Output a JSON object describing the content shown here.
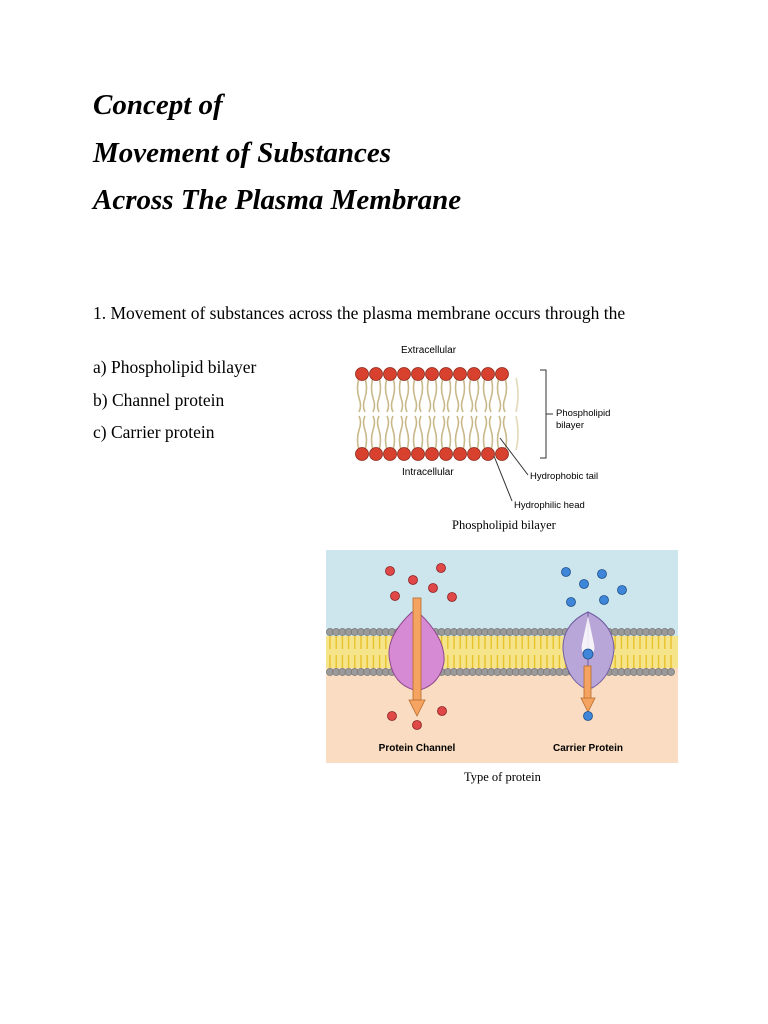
{
  "title": {
    "line1": "Concept of",
    "line2": "Movement of Substances",
    "line3": "Across The Plasma Membrane"
  },
  "question": {
    "text": "1. Movement of substances across the plasma membrane occurs through the",
    "options": [
      "a) Phospholipid bilayer",
      "b) Channel protein",
      "c) Carrier protein"
    ]
  },
  "figure1": {
    "label_extracellular": "Extracellular",
    "label_intracellular": "Intracellular",
    "label_bilayer_line1": "Phospholipid",
    "label_bilayer_line2": "bilayer",
    "label_tail": "Hydrophobic tail",
    "label_head": "Hydrophilic head",
    "caption": "Phospholipid bilayer"
  },
  "figure2": {
    "label_channel": "Protein Channel",
    "label_carrier": "Carrier Protein",
    "caption": "Type of protein"
  },
  "colors": {
    "head_red": "#d9412f",
    "extracellular_blue": "#cde6ee",
    "intracellular_peach": "#f9dcc1",
    "tail_yellow": "#e8c22a",
    "channel_purple": "#d78ad4",
    "carrier_lavender": "#b9a6d8",
    "arrow_orange": "#f4a460",
    "solute_red": "#e04848",
    "solute_blue": "#3f86d8"
  }
}
